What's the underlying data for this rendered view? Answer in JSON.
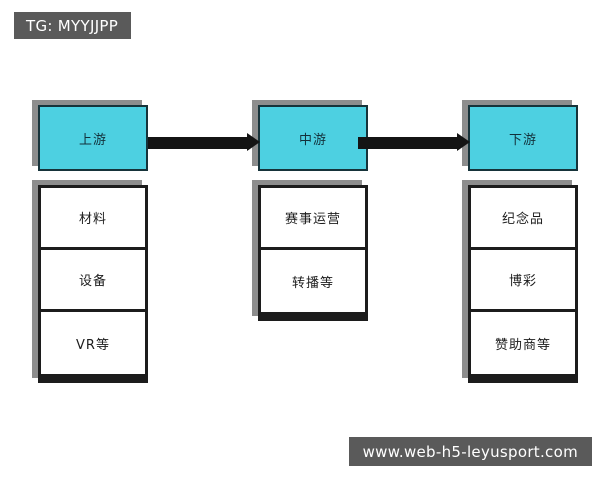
{
  "badge": {
    "text": "TG: MYYJJPP"
  },
  "watermark": {
    "text": "www.web-h5-leyusport.com"
  },
  "colors": {
    "header_fill": "#4dd0e1",
    "header_border": "#16333a",
    "item_border": "#1c1c1c",
    "shadow": "#8d8d8d",
    "overlay_bg": "#5a5a5a",
    "overlay_text": "#ffffff",
    "canvas_bg": "#ffffff",
    "connector": "#141414"
  },
  "diagram": {
    "type": "value-chain",
    "columns": [
      {
        "id": "upstream",
        "header": "上游",
        "items": [
          "材料",
          "设备",
          "VR等"
        ]
      },
      {
        "id": "midstream",
        "header": "中游",
        "items": [
          "赛事运营",
          "转播等"
        ]
      },
      {
        "id": "downstream",
        "header": "下游",
        "items": [
          "纪念品",
          "博彩",
          "赞助商等"
        ]
      }
    ],
    "connectors": [
      {
        "id": "upstream-to-midstream",
        "from": "upstream",
        "to": "midstream",
        "direction": "right"
      },
      {
        "id": "midstream-to-downstream",
        "from": "midstream",
        "to": "downstream",
        "direction": "right"
      }
    ]
  }
}
